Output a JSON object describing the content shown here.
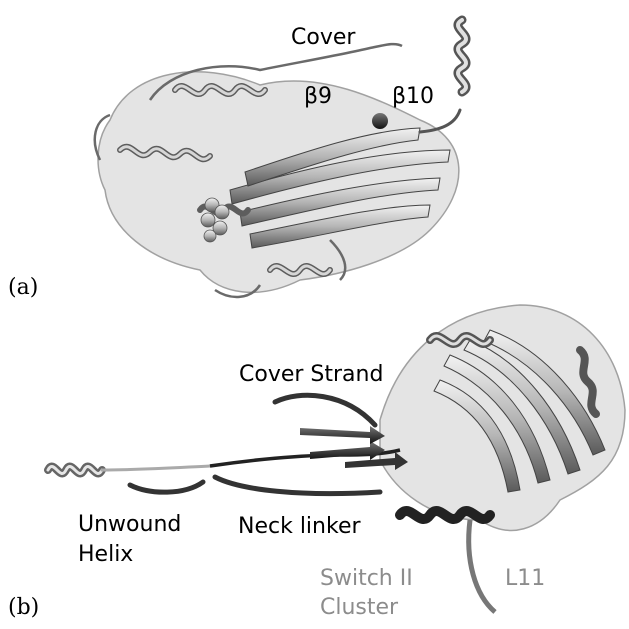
{
  "panels": {
    "a": {
      "tag": "(a)",
      "labels": {
        "cover": "Cover",
        "beta9": "β9",
        "beta10": "β10"
      }
    },
    "b": {
      "tag": "(b)",
      "labels": {
        "cover_strand": "Cover Strand",
        "unwound_line1": "Unwound",
        "unwound_line2": "Helix",
        "neck_linker": "Neck linker",
        "switch_line1": "Switch II",
        "switch_line2": "Cluster",
        "l11": "L11"
      }
    }
  },
  "colors": {
    "ribbon_light": "#d9d9d9",
    "ribbon_mid": "#9a9a9a",
    "ribbon_dark": "#333333",
    "label_grey": "#8c8c8c"
  }
}
